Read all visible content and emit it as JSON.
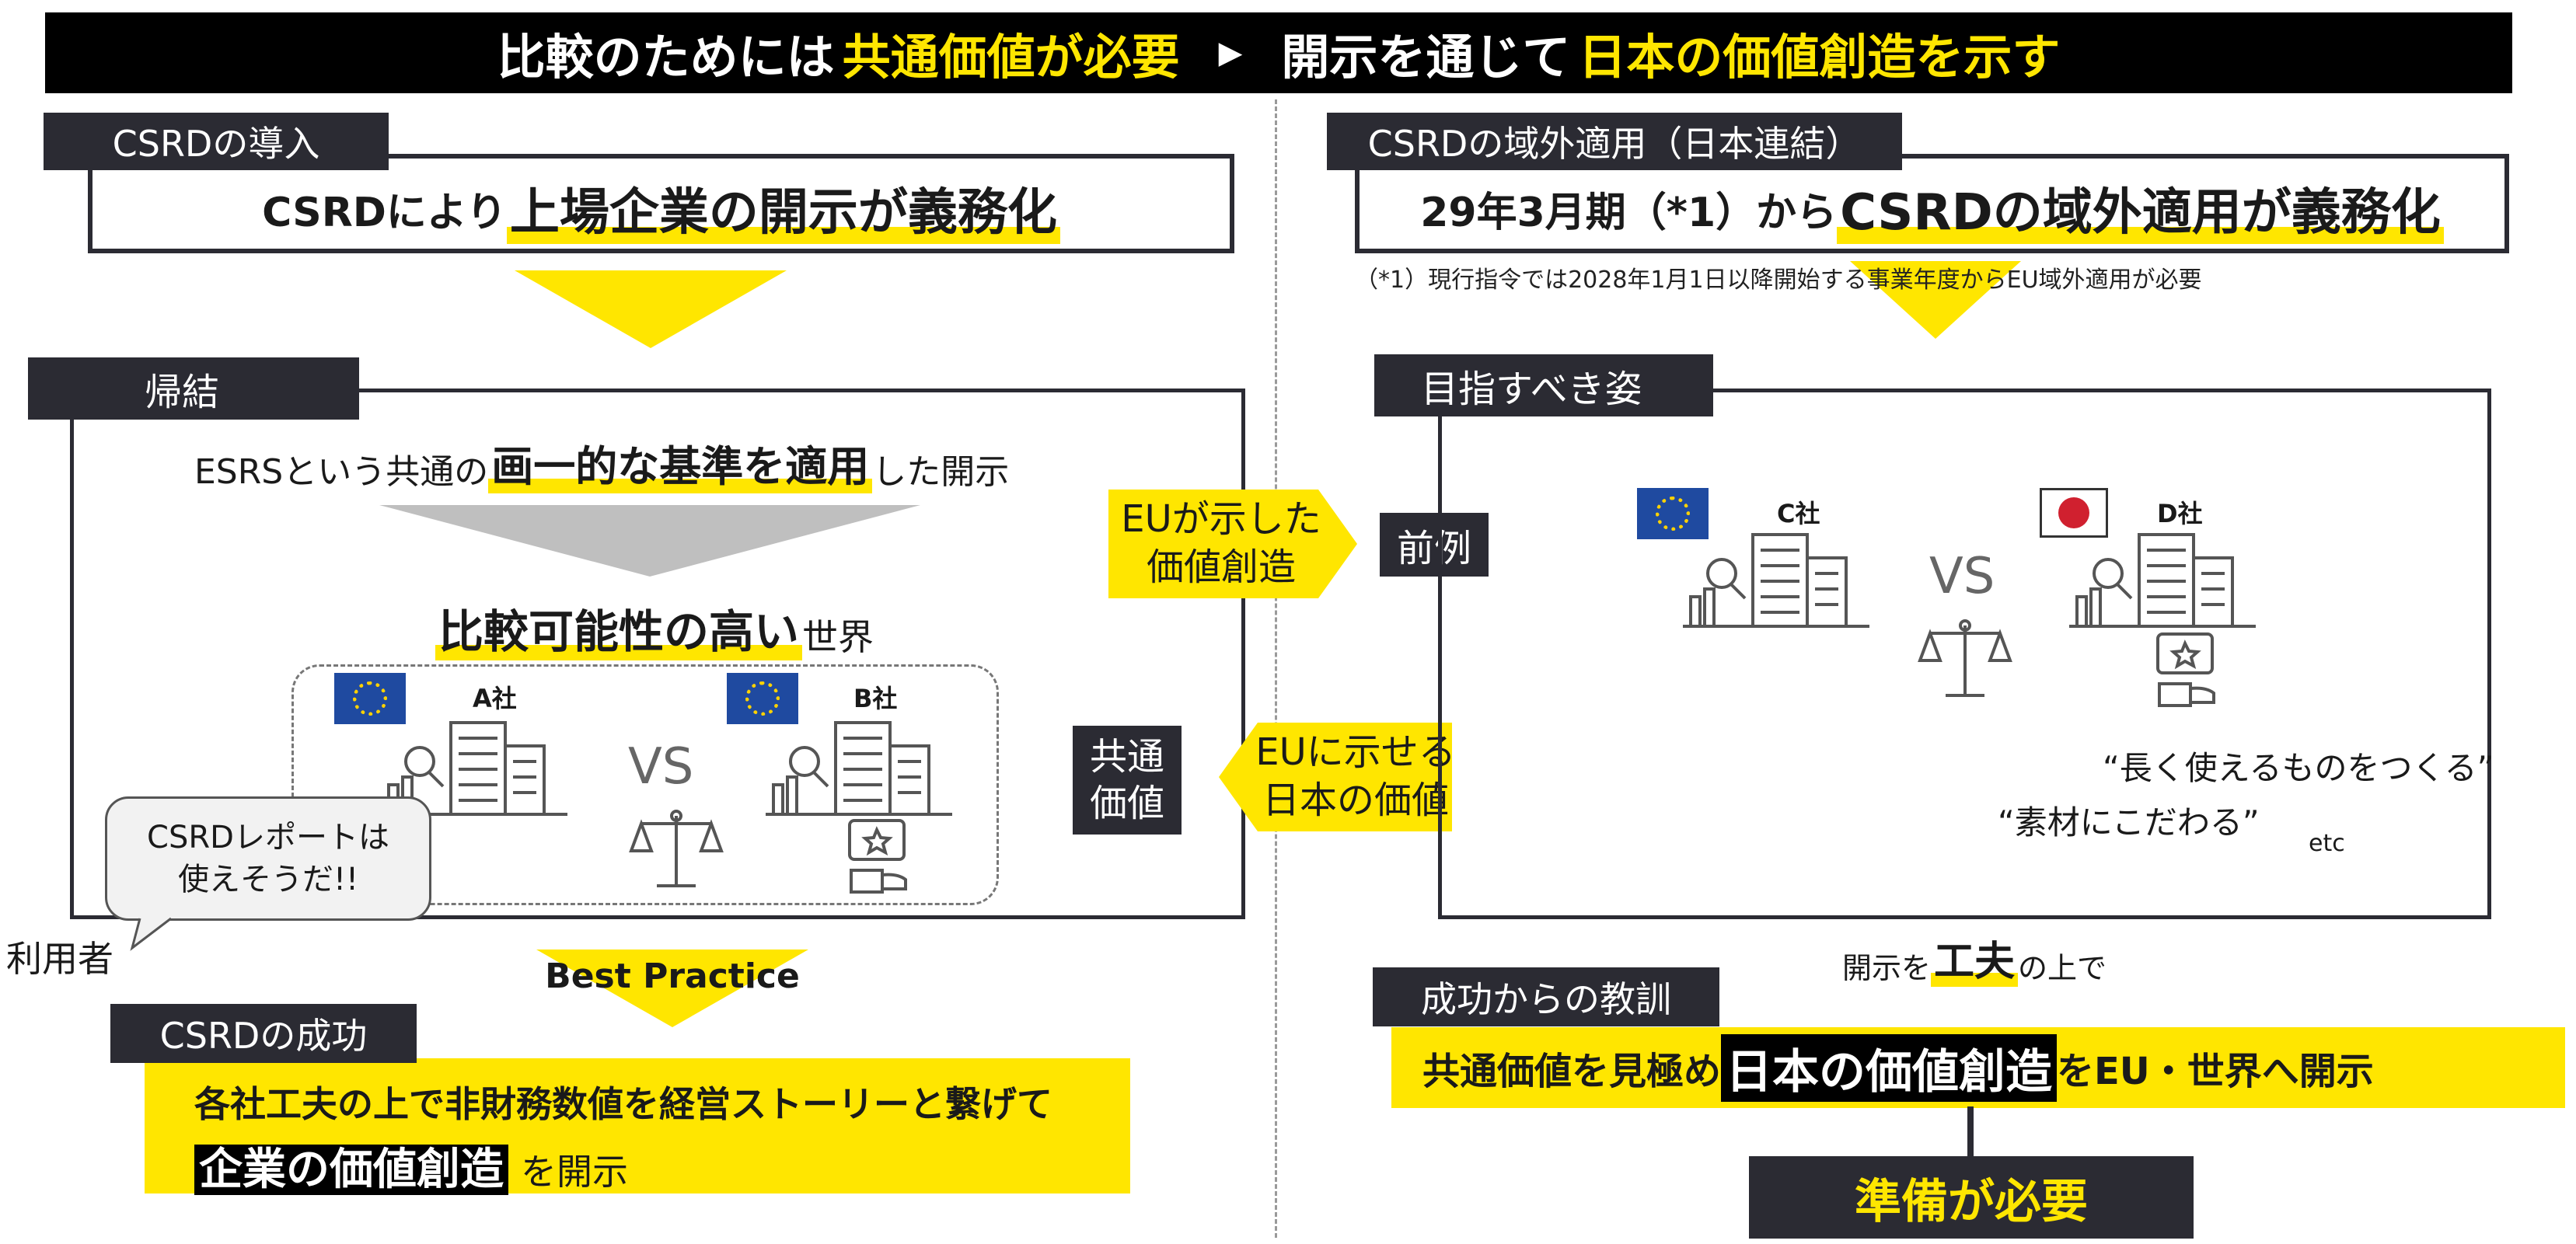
{
  "banner": {
    "part1": "比較のためには",
    "part2": "共通価値が必要",
    "arrow": "▶",
    "part3": "開示を通じて",
    "part4": "日本の価値創造を示す"
  },
  "left": {
    "intro_tag": "CSRDの導入",
    "intro_pre": "CSRDにより",
    "intro_hl": "上場企業の開示が義務化",
    "result_tag": "帰結",
    "esrs_pre": "ESRSという共通の",
    "esrs_hl": "画一的な基準を適用",
    "esrs_post": "した開示",
    "world_hl": "比較可能性の高い",
    "world_post": "世界",
    "company_a": "A社",
    "company_b": "B社",
    "vs": "VS",
    "bubble_line1": "CSRDレポートは",
    "bubble_line2": "使えそうだ!!",
    "user_label": "利用者",
    "best_practice": "Best Practice",
    "success_tag": "CSRDの成功",
    "success_line1": "各社工夫の上で非財務数値を経営ストーリーと繋げて",
    "success_hl": "企業の価値創造",
    "success_post": "を開示"
  },
  "middle": {
    "eu_value_line1": "EUが示した",
    "eu_value_line2": "価値創造",
    "precedent": "前例",
    "common_line1": "共通",
    "common_line2": "価値",
    "eu_show_line1": "EUに示せる",
    "eu_show_line2": "日本の価値"
  },
  "right": {
    "apply_tag": "CSRDの域外適用（日本連結）",
    "apply_pre": "29年3月期（*1）から",
    "apply_hl": "CSRDの域外適用が義務化",
    "footnote": "（*1）現行指令では2028年1月1日以降開始する事業年度からEU域外適用が必要",
    "goal_tag": "目指すべき姿",
    "company_c": "C社",
    "company_d": "D社",
    "vs": "VS",
    "quote1": "“長く使えるものをつくる”",
    "quote2": "“素材にこだわる”",
    "etc": "etc",
    "kaiji_pre": "開示を",
    "kaiji_hl": "工夫",
    "kaiji_post": "の上で",
    "lesson_tag": "成功からの教訓",
    "lesson_pre": "共通価値を見極め",
    "lesson_hl": "日本の価値創造",
    "lesson_post": "をEU・世界へ開示",
    "prep": "準備が必要"
  },
  "colors": {
    "accent": "#ffe600",
    "dark": "#2b2b33",
    "gray_arrow": "#bfbfbf"
  }
}
